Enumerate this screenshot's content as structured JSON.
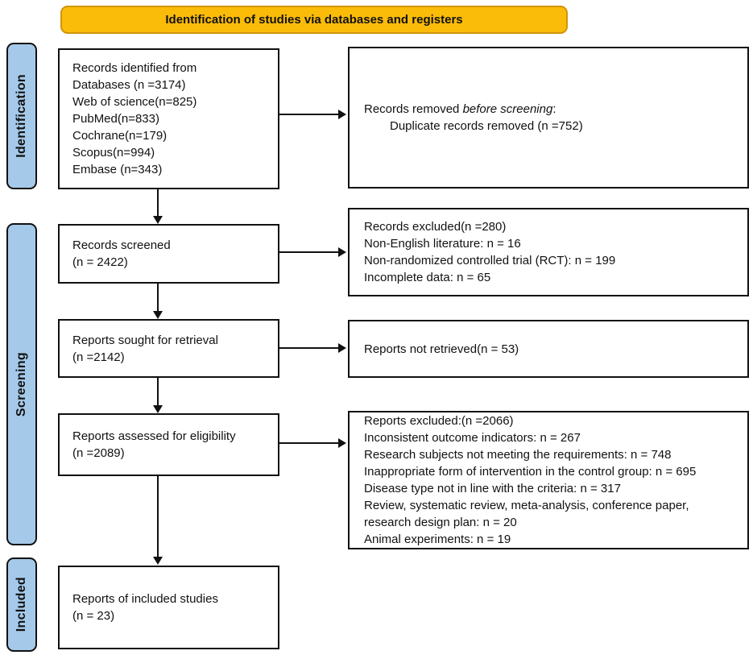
{
  "banner": {
    "label": "Identification of studies via databases and registers"
  },
  "stages": [
    {
      "label": "Identification"
    },
    {
      "label": "Screening"
    },
    {
      "label": "Included"
    }
  ],
  "left_boxes": [
    {
      "text": "Records identified from\nDatabases (n =3174)\nWeb of science(n=825)\nPubMed(n=833)\nCochrane(n=179)\nScopus(n=994)\nEmbase (n=343)"
    },
    {
      "text": "Records screened\n(n = 2422)"
    },
    {
      "text": "Reports sought for retrieval\n(n =2142)"
    },
    {
      "text": "Reports assessed for eligibility\n(n =2089)"
    },
    {
      "text": "Reports of included studies\n(n = 23)"
    }
  ],
  "right_boxes": [
    {
      "line1_prefix": "Records removed ",
      "line1_italic": "before screening",
      "line1_suffix": ":",
      "line2": "Duplicate records removed  (n =752)"
    },
    {
      "text": "Records excluded(n =280)\nNon-English literature: n = 16\nNon-randomized controlled trial (RCT): n = 199\nIncomplete data: n = 65"
    },
    {
      "text": "Reports not retrieved(n = 53)"
    },
    {
      "text": "Reports excluded:(n =2066)\nInconsistent outcome indicators: n = 267\nResearch subjects not meeting the requirements: n = 748\nInappropriate form of intervention in the control group: n = 695\nDisease type not in line with the criteria: n = 317\nReview, systematic review, meta-analysis, conference paper,\nresearch design plan: n = 20\nAnimal experiments: n = 19"
    }
  ],
  "colors": {
    "banner_fill": "#fbbc09",
    "banner_border": "#d0940b",
    "stage_fill": "#a5c9e9",
    "box_border": "#111111",
    "arrow": "#111111"
  }
}
